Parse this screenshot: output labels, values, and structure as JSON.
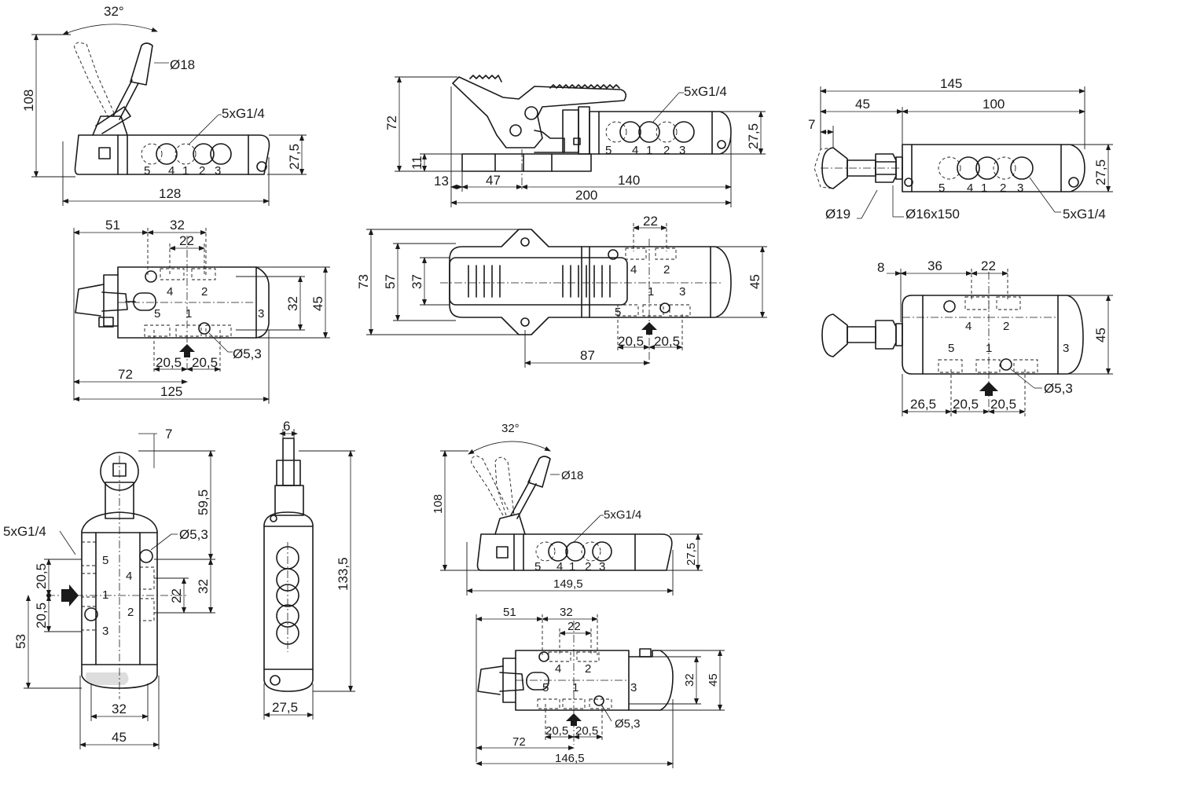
{
  "view1": {
    "angle": "32°",
    "handle_dia": "Ø18",
    "height": "108",
    "ports": "5xG1/4",
    "body_h": "27,5",
    "width": "128",
    "port_nums": [
      "5",
      "4",
      "1",
      "2",
      "3"
    ]
  },
  "view2": {
    "d51": "51",
    "d32": "32",
    "d22": "22",
    "d32v": "32",
    "d45v": "45",
    "hole": "Ø5,3",
    "d20a": "20,5",
    "d20b": "20,5",
    "d72": "72",
    "d125": "125",
    "n4": "4",
    "n2": "2",
    "n5": "5",
    "n1": "1",
    "n3": "3"
  },
  "view3": {
    "height": "72",
    "d11": "11",
    "d13": "13",
    "d47": "47",
    "d140": "140",
    "d200": "200",
    "ports": "5xG1/4",
    "body_h": "27,5",
    "port_nums": [
      "5",
      "4",
      "1",
      "2",
      "3"
    ]
  },
  "view4": {
    "d22": "22",
    "d73": "73",
    "d57": "57",
    "d37": "37",
    "d45": "45",
    "d20a": "20,5",
    "d20b": "20,5",
    "d87": "87",
    "n4": "4",
    "n2": "2",
    "n1": "1",
    "n3": "3",
    "n5": "5"
  },
  "view5": {
    "d145": "145",
    "d45": "45",
    "d100": "100",
    "d7": "7",
    "body_h": "27,5",
    "knob": "Ø19",
    "stem": "Ø16x150",
    "ports": "5xG1/4",
    "port_nums": [
      "5",
      "4",
      "1",
      "2",
      "3"
    ]
  },
  "view6": {
    "d8": "8",
    "d36": "36",
    "d22": "22",
    "d45": "45",
    "hole": "Ø5,3",
    "d26": "26,5",
    "d20a": "20,5",
    "d20b": "20,5",
    "n4": "4",
    "n2": "2",
    "n5": "5",
    "n1": "1",
    "n3": "3"
  },
  "view7": {
    "d7": "7",
    "ports": "5xG1/4",
    "hole": "Ø5,3",
    "d59": "59,5",
    "d20a": "20,5",
    "d20b": "20,5",
    "d32v": "32",
    "d22v": "22",
    "d53": "53",
    "d32": "32",
    "d45": "45",
    "n5": "5",
    "n4": "4",
    "n1": "1",
    "n2": "2",
    "n3": "3"
  },
  "view8": {
    "d6": "6",
    "d133": "133,5",
    "d27": "27,5"
  },
  "view9": {
    "angle": "32°",
    "handle_dia": "Ø18",
    "height": "108",
    "ports": "5xG1/4",
    "body_h": "27,5",
    "width": "149,5",
    "port_nums": [
      "5",
      "4",
      "1",
      "2",
      "3"
    ]
  },
  "view10": {
    "d51": "51",
    "d32": "32",
    "d22": "22",
    "d32v": "32",
    "d45v": "45",
    "hole": "Ø5,3",
    "d20a": "20,5",
    "d20b": "20,5",
    "d72": "72",
    "d146": "146,5",
    "n4": "4",
    "n2": "2",
    "n5": "5",
    "n1": "1",
    "n3": "3"
  }
}
